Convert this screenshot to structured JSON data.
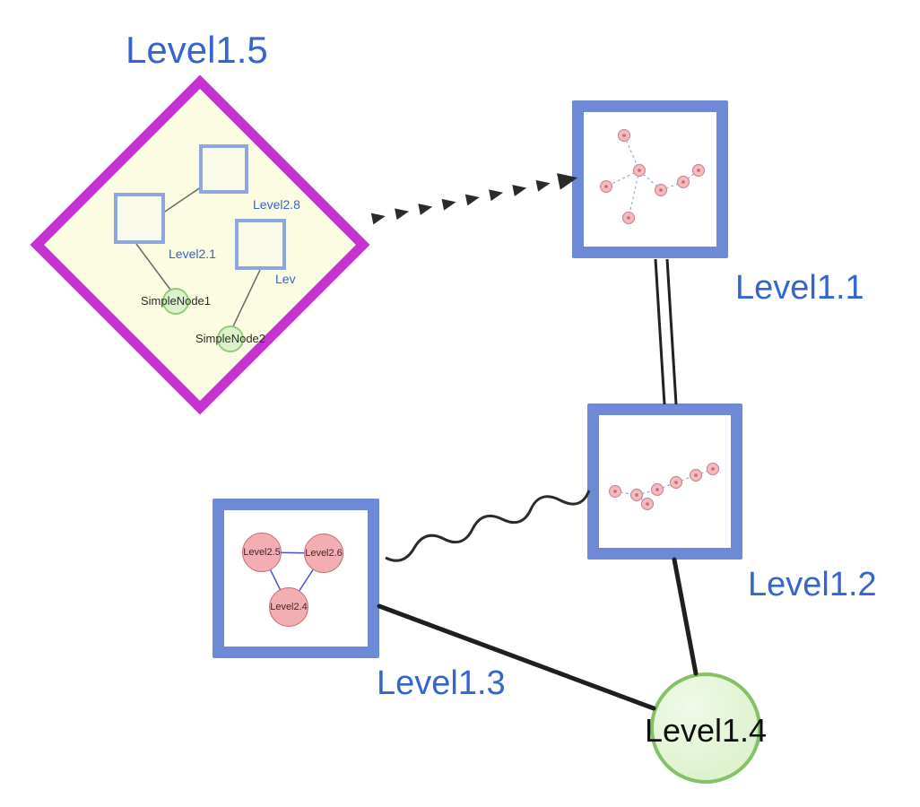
{
  "labels": {
    "level15": "Level1.5",
    "level11": "Level1.1",
    "level12": "Level1.2",
    "level13": "Level1.3",
    "level14": "Level1.4",
    "level28": "Level2.8",
    "level21": "Level2.1",
    "lev": "Lev",
    "simplenode1": "SimpleNode1",
    "simplenode2": "SimpleNode2",
    "level25": "Level2.5",
    "level26": "Level2.6",
    "level24": "Level2.4"
  },
  "edges": [
    {
      "from": "Level1.5",
      "to": "Level1.1",
      "style": "dashed-arrow"
    },
    {
      "from": "Level1.1",
      "to": "Level1.2",
      "style": "double-line"
    },
    {
      "from": "Level1.3",
      "to": "Level1.2",
      "style": "wavy"
    },
    {
      "from": "Level1.3",
      "to": "Level1.4",
      "style": "solid"
    },
    {
      "from": "Level1.2",
      "to": "Level1.4",
      "style": "solid"
    }
  ],
  "colors": {
    "label_blue": "#3565cd",
    "diamond_border": "#c433cf",
    "diamond_fill": "#fcfce2",
    "square_border": "#6e8ad7",
    "inner_square_border": "#90a7de",
    "green_fill": "#dcf1cb",
    "green_border": "#84c169",
    "pink_fill": "#f2aeb2",
    "pink_border": "#c96a72",
    "edge_dark": "#1f1f1f",
    "mini_edge_blue": "#8a9bdc"
  }
}
